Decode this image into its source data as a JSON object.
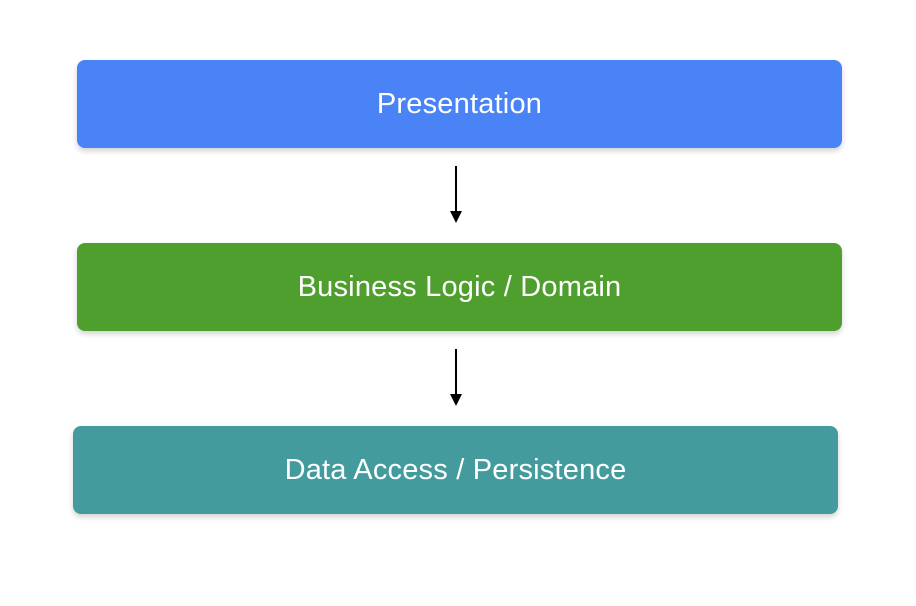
{
  "diagram": {
    "layers": [
      {
        "label": "Presentation",
        "color": "#4a83f5"
      },
      {
        "label": "Business Logic / Domain",
        "color": "#4f9f2f"
      },
      {
        "label": "Data Access / Persistence",
        "color": "#439b9d"
      }
    ],
    "connectors": [
      {
        "from": "Presentation",
        "to": "Business Logic / Domain",
        "direction": "down"
      },
      {
        "from": "Business Logic / Domain",
        "to": "Data Access / Persistence",
        "direction": "down"
      }
    ]
  }
}
